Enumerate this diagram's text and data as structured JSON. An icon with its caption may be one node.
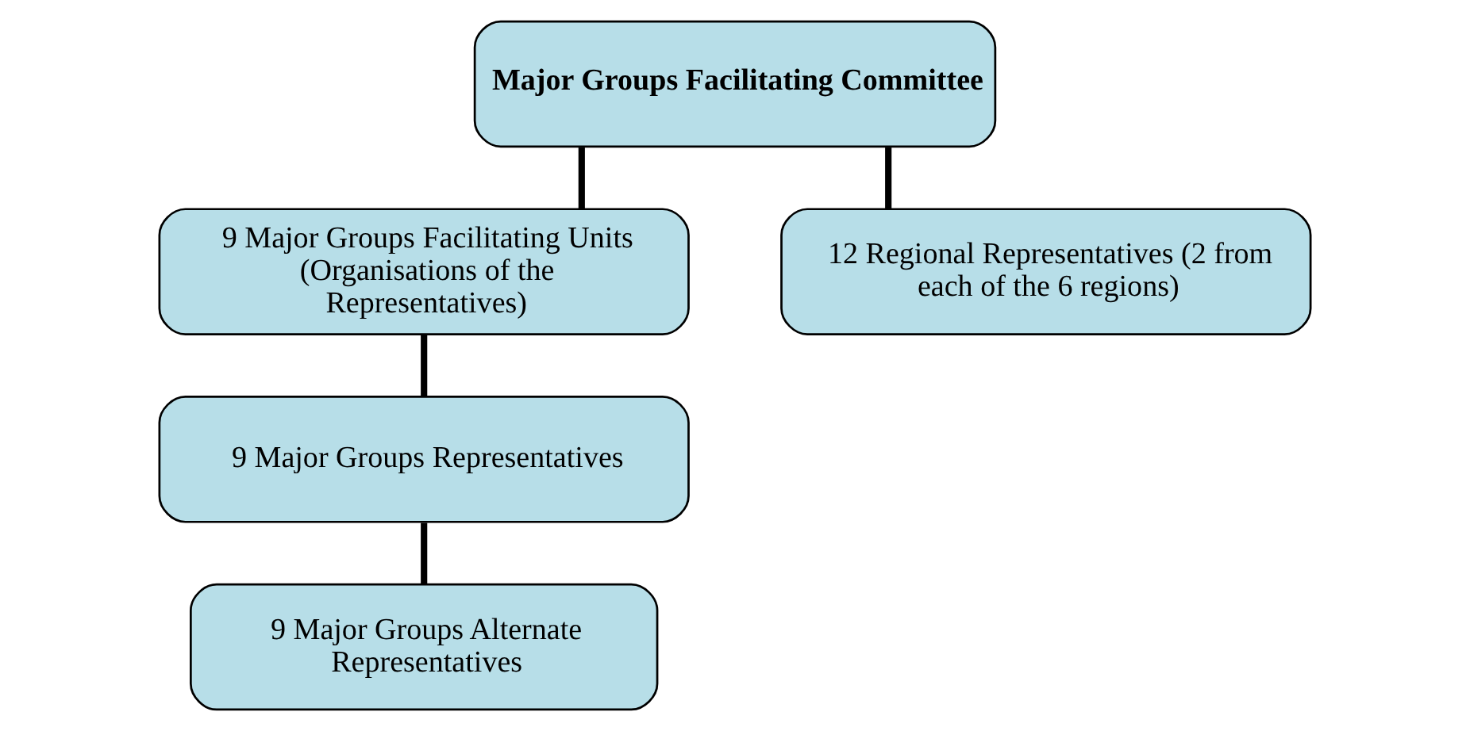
{
  "diagram": {
    "nodes": [
      {
        "text": [
          "Major Groups Facilitating Committee"
        ]
      },
      {
        "text": [
          "9 Major Groups Facilitating Units (Organisations of the Representatives)"
        ]
      },
      {
        "text": [
          "12 Regional Representatives (2 from each of the 6 regions)"
        ]
      },
      {
        "text": [
          "9 Major Groups Representatives"
        ]
      },
      {
        "text": [
          "9 Major Groups Alternate Representatives"
        ]
      }
    ],
    "edges": [
      {
        "from": 0,
        "to": 1,
        "arrow": "none"
      },
      {
        "from": 0,
        "to": 2,
        "arrow": "none"
      },
      {
        "from": 1,
        "to": 3,
        "arrow": "none"
      },
      {
        "from": 3,
        "to": 4,
        "arrow": "none"
      }
    ]
  }
}
